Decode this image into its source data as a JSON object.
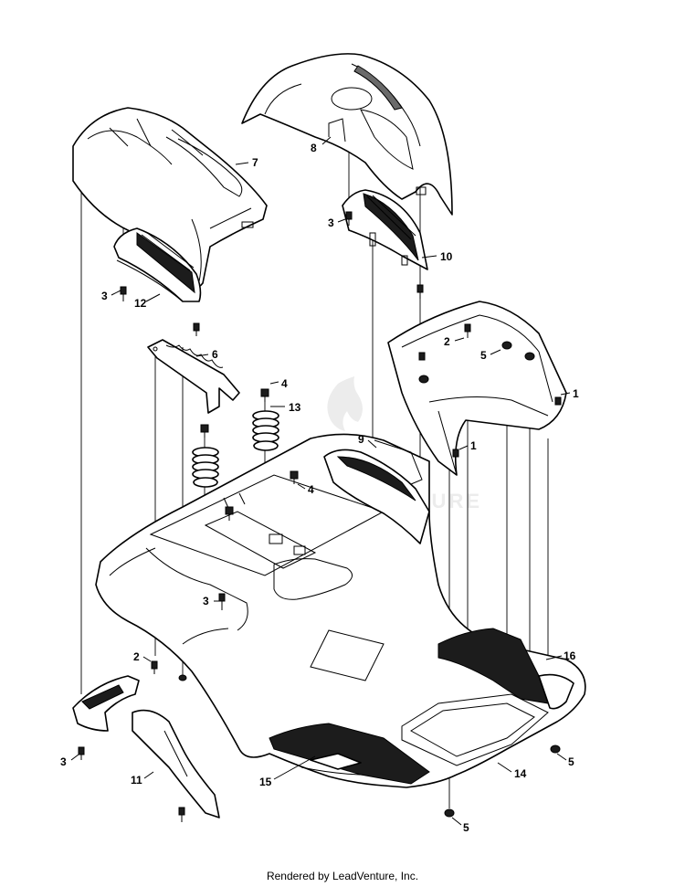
{
  "diagram": {
    "watermark_text": "LEADVENTURE",
    "callouts": {
      "c1a": "1",
      "c1b": "1",
      "c2a": "2",
      "c2b": "2",
      "c3a": "3",
      "c3b": "3",
      "c3c": "3",
      "c3d": "3",
      "c4a": "4",
      "c4b": "4",
      "c5a": "5",
      "c5b": "5",
      "c5c": "5",
      "c6": "6",
      "c7": "7",
      "c8": "8",
      "c9": "9",
      "c10": "10",
      "c11": "11",
      "c12": "12",
      "c13": "13",
      "c14": "14",
      "c15": "15",
      "c16": "16"
    }
  },
  "footer": {
    "text": "Rendered by LeadVenture, Inc."
  }
}
